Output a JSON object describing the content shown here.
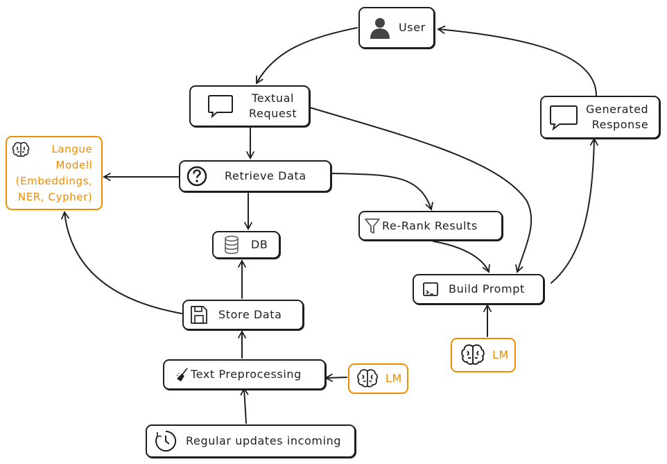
{
  "nodes": {
    "user": {
      "label": "User"
    },
    "textual_request": {
      "label_line1": "Textual",
      "label_line2": "Request"
    },
    "generated_response": {
      "label_line1": "Generated",
      "label_line2": "Response"
    },
    "language_model": {
      "label_line1": "Langue",
      "label_line2": "Modell",
      "label_line3": "(Embeddings,",
      "label_line4": "NER, Cypher)"
    },
    "retrieve_data": {
      "label": "Retrieve Data"
    },
    "rerank_results": {
      "label": "Re-Rank Results"
    },
    "db": {
      "label": "DB"
    },
    "build_prompt": {
      "label": "Build Prompt"
    },
    "store_data": {
      "label": "Store Data"
    },
    "lm_build": {
      "label": "LM"
    },
    "text_preprocessing": {
      "label": "Text Preprocessing"
    },
    "lm_preprocessing": {
      "label": "LM"
    },
    "regular_updates": {
      "label": "Regular updates incoming"
    }
  },
  "colors": {
    "stroke": "#1e1e1e",
    "accent": "#f08c00"
  },
  "icons": {
    "user": "person-icon",
    "textual_request": "speech-bubble-icon",
    "generated_response": "speech-bubble-icon",
    "language_model": "brain-icon",
    "retrieve_data": "question-circle-icon",
    "rerank_results": "funnel-icon",
    "db": "database-icon",
    "build_prompt": "terminal-icon",
    "store_data": "save-icon",
    "text_preprocessing": "broom-icon",
    "regular_updates": "clock-icon"
  }
}
